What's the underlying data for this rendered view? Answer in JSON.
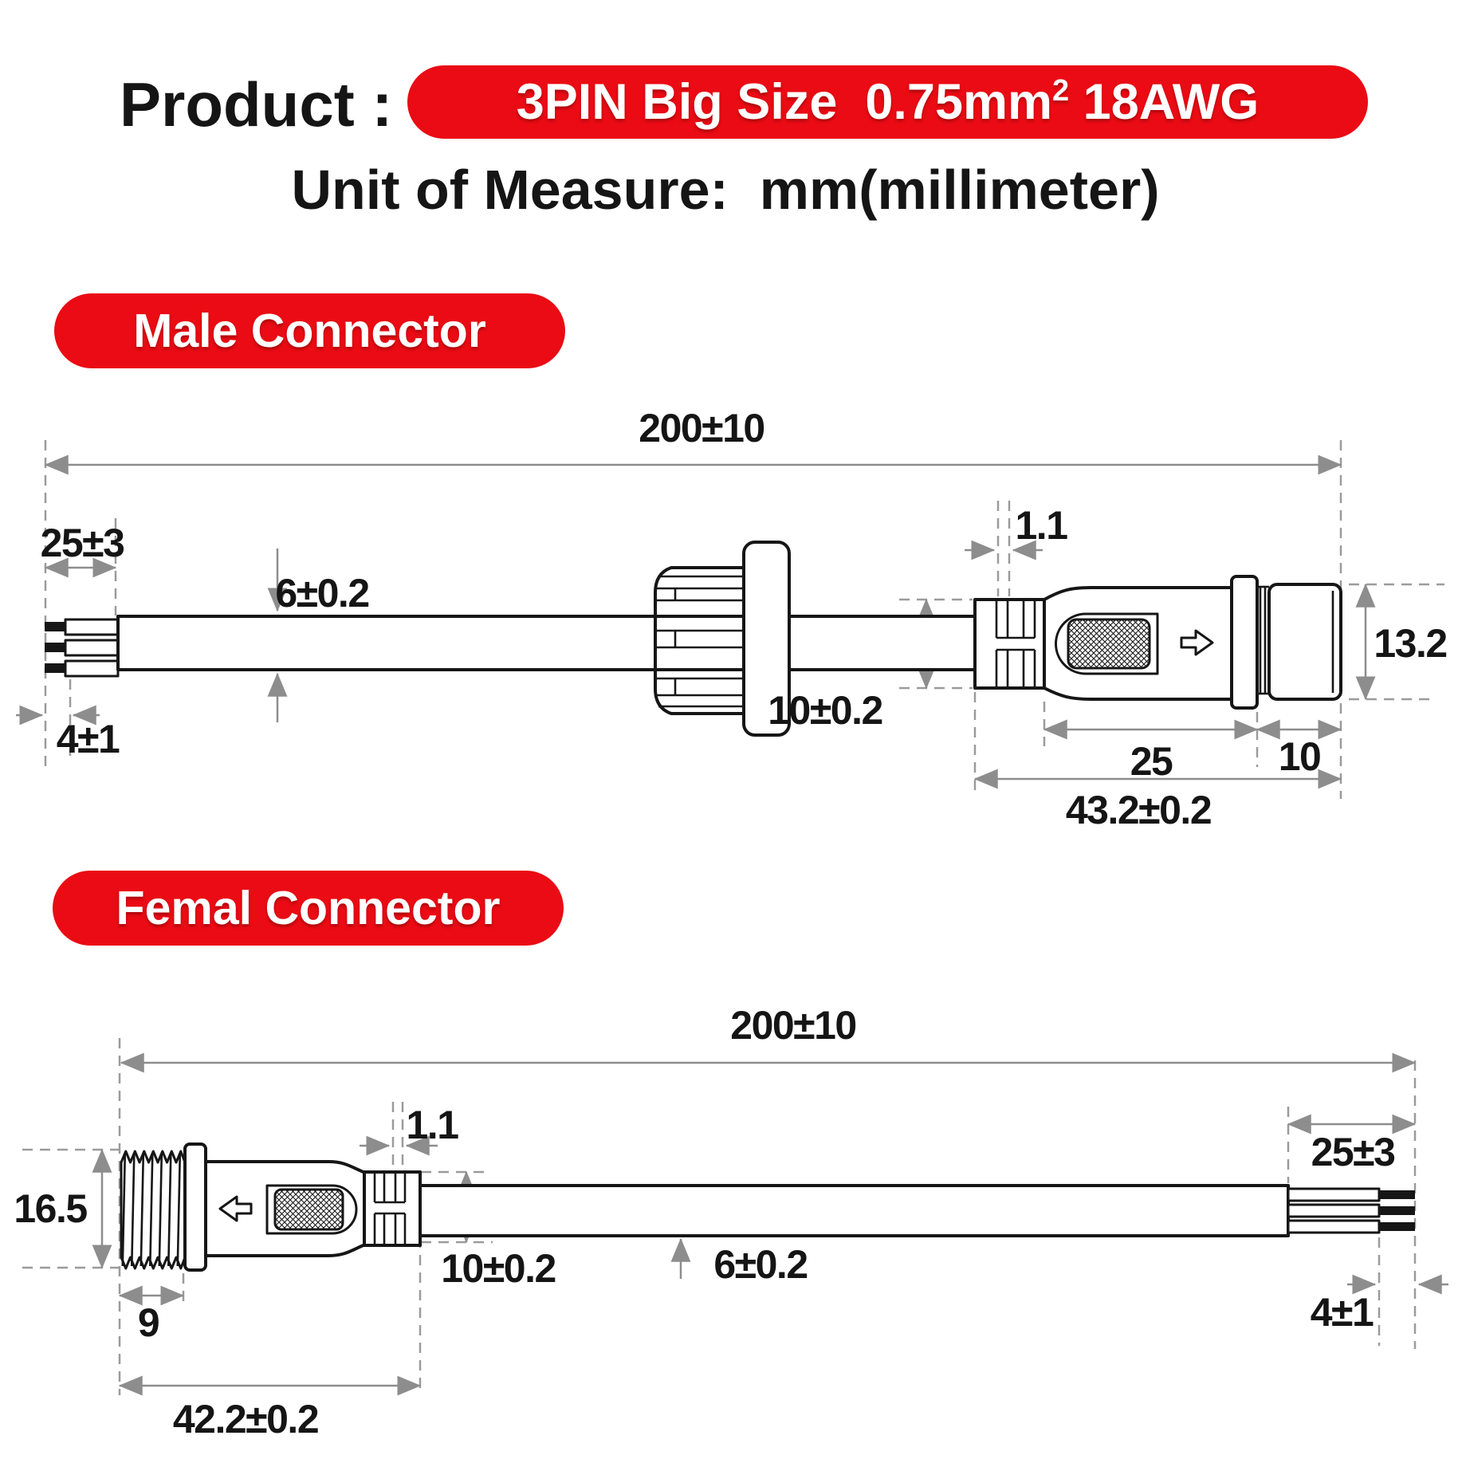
{
  "title": {
    "prefix": "Product : ",
    "product_badge": "3PIN Big Size  0.75mm",
    "product_badge_sup": "2",
    "product_badge_end": " 18AWG",
    "unit_line": "Unit of Measure:  mm(millimeter)"
  },
  "colors": {
    "accent_red": "#ea0b14",
    "line_black": "#161616",
    "dimension_gray": "#8d8d8d",
    "dashed_gray": "#9b9b9b"
  },
  "male": {
    "section_label": "Male Connector",
    "dims": {
      "overall_length": "200±10",
      "strip_length": "25±3",
      "tip_length": "4±1",
      "cable_diameter": "6±0.2",
      "rib_gap": "1.1",
      "boot_height": "10±0.2",
      "body_length": "25",
      "cap_length": "10",
      "connector_length": "43.2±0.2",
      "cap_diameter": "13.2"
    }
  },
  "female": {
    "section_label": "Femal Connector",
    "dims": {
      "overall_length": "200±10",
      "rib_gap": "1.1",
      "strip_length": "25±3",
      "thread_diameter": "16.5",
      "boot_height": "10±0.2",
      "cable_diameter": "6±0.2",
      "thread_length": "9",
      "connector_length": "42.2±0.2",
      "tip_length": "4±1"
    }
  }
}
